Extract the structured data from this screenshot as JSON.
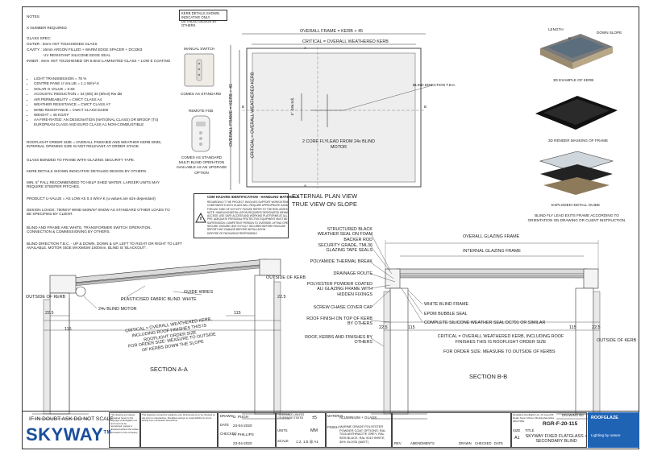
{
  "notes": {
    "title": "NOTES",
    "x_number": "X NUMBER REQUIRED",
    "glass_spec_title": "GLASS SPEC:",
    "glass_outer": "OUTER : 6mm HST TOUGHENED GLASS",
    "glass_cavity": "CAVITY : 16mm ARGON FILLED + WARM EDGE SPACER + DC3363",
    "glass_cavity2": "UV RESISTANT SILICONE EDGE SEAL",
    "glass_inner": "INNER : 6mm HST TOUGHENED OR 8.8mm LAMINATED GLASS + LOW E COATING",
    "specs": [
      "LIGHT TRANSMISSION = 78 %",
      "CENTRE PANE U VALUE = 1.1 W/m².K",
      "SOLAR G VALUE = 0.63",
      "ACOUSTIC REDUCTION = 34 (6/6) 30 (6/8.8) Rw dB",
      "AIR PERMEABILITY = CWCT CLASS A4",
      "WEATHER RESISTANCE = CWCT CLASS A7",
      "WIND RESISTANCE = CWCT CLASS E2400",
      "WEIGHT = 46 KG/m²",
      "AA FIRE-RATED: AN DESIGNATION (NATIONAL CLASS) OR BROOF (T4) EUROPEAN CLASS AND EURO CLASS A1 NON-COMBUSTIBLE"
    ],
    "roof_order": "ROOFLIGHT ORDER SIZE = OVERALL FINISHED AND WEATHER KERB DIMS, INTERNAL OPENING SIZE IS NOT RELEVANT AT ORDER STAGE.",
    "glass_bonded": "GLASS BONDED TO FRAME WITH GLAZING SECURITY TAPE.",
    "kerb_details": "KERB DETAILS SHOWN INDICATIVE DETAILED DESIGN BY OTHERS.",
    "min_fall": "MIN. 5° FALL RECOMMENDED TO HELP SHED WATER. LARGER UNITS MAY REQUIRE STEEPER PITCHES.",
    "product_u": "PRODUCT U-VALUE = AS LOW AS 0.4 W/m².K (u-values are size dependant)",
    "design_loads": "DESIGN LOADS: 750N/m² WIND 640N/m² SNOW AS STANDARD OTHER LOADS TO BE SPECIFIED BY CLIENT.",
    "blind_frame": "BLIND AND FRAME ARE WHITE. TRANSFORMER SWITCH OPERATION. CONNECTION & COMMISSIONING BY OTHERS.",
    "blind_dir": "BLIND DIRECTION T.B.C. - UP & DOWN, DOWN & UP, LEFT TO RIGHT OR RIGHT TO LEFT AVAILABLE. MOTOR SIDE MAXIMUM 1500mm. BLIND IS 'BLACKOUT'."
  },
  "kerb_note": "KERB DETAILS SHOWN INDICATIVE ONLY. DETAILED DESIGN BY OTHERS",
  "manual_switch": {
    "title": "MANUAL SWITCH",
    "caption": "COMES AS STANDARD"
  },
  "remote": {
    "title": "REMOTE FOB",
    "caption": "COMES AS STANDARD MULTI BLIND OPERATION AVAILABLE AS AN UPGRADE OPTION"
  },
  "plan": {
    "overall_frame": "OVERALL FRAME = KERB + 45",
    "critical": "CRITICAL = OVERALL WEATHERED KERB",
    "overall_frame_v": "OVERALL FRAME = KERB + 45",
    "critical_v": "CRITICAL = OVERALL WEATHERED KERB",
    "blind_direction": "BLIND DIRECTION T.B.C.",
    "slope": "5° (Ma.5d)",
    "flylead": "2 CORE FLYLEAD FROM 24v BLIND MOTOR",
    "title": "EXTERNAL PLAN VIEW",
    "subtitle": "TRUE VIEW ON SLOPE",
    "sec_a": "A",
    "sec_b": "B"
  },
  "right_col": {
    "length": "LENGTH",
    "down_slope": "DOWN SLOPE",
    "angle": "5°",
    "example": "3D EXAMPLE OF KERB",
    "render": "3D RENDER MASKING OF FRAME",
    "exploded": "EXPLODED INSTALL GUIDE",
    "flylead_note": "BLIND FLY LEAD EXITS FRAME ACCORDING TO ORIENTATION ON DRAWING OR CLIENT INSTRUCTION."
  },
  "hazard": {
    "title": "CDM HAZARD IDENTIFICATION - HANDLING MATERIALS",
    "lines": [
      "REGARDING IT THE PROJECT INVOLVES SUPPORT WORKS/ITEMS MATERIALS MUST BE HANDLED WITH CARE",
      "COMPONENTS WITH GLASS WILL REQUIRE APPROPRIATE HANDLING EQUIPMENT",
      "FOR ANY KIND OF ACTIVITY PLEASE REFER TO THE RISK ASSESSMENT",
      "NOTE: HANDLING/INSTALLATION REQUIRES DESIGNATED MEANS OF ACCESS",
      "ACCESS: USE SAFE ACCESS AND WORKING PLATFORMS AT ALL TIMES",
      "PPE: ADEQUATE PERSONAL PROTECTIVE EQUIPMENT MUST BE WORN",
      "SUPERVISION: COMPETENT PERSON TO OVERSEE LIFTING OPERATIONS",
      "SECURE: ENSURE UNIT IS FULLY SECURED BEFORE RELEASE",
      "REPORT ANY DAMAGE BEFORE INSTALLATION",
      "DISPOSE OF PACKAGING RESPONSIBLY"
    ]
  },
  "section_a": {
    "guide_wires": "GUIDE WIRES",
    "fabric": "PLASTICISED FABRIC BLIND. WHITE",
    "motor": "24v BLIND MOTOR",
    "outside_l": "OUTSIDE OF KERB",
    "outside_r": "OUTSIDE OF KERB",
    "dim_22": "22.5",
    "dim_22r": "22.5",
    "dim_115": "115",
    "dim_115b": "115",
    "critical": "CRITICAL = OVERALL WEATHERED KERB, INCLUDING ROOF FINISHES THIS IS ROOFLIGHT ORDER SIZE",
    "order": "FOR ORDER SIZE: MEASURE TO OUTSIDE OF KERBS DOWN THE SLOPE",
    "title": "SECTION A-A"
  },
  "section_b": {
    "overall_glazing": "OVERALL GLAZING FRAME",
    "internal_glazing": "INTERNAL GLAZING FRAME",
    "labels": [
      "STRUCTURED BLACK WEATHER SEAL ON FOAM BACKER ROD",
      "SECURITY GRADE, TML36 GLAZING TAPE SEALS",
      "POLYAMIDE THERMAL BREAK",
      "DRAINAGE ROUTE",
      "POLYESTER POWDER COATED ALI GLAZING FRAME WITH HIDDEN FIXINGS",
      "SCREW CHASE COVER CAP",
      "ROOF FINISH ON TOP OF KERB BY OTHERS",
      "ROOF, KERBS AND FINISHES BY OTHERS"
    ],
    "white_blind": "WHITE BLIND FRAME",
    "epdm": "EPDM BUBBLE SEAL",
    "silicone": "COMPLETE SILICONE WEATHER SEAL DC791 OR SIMILAR",
    "dim_22": "22.5",
    "dim_22r": "22.5",
    "dim_115": "115",
    "dim_115r": "115",
    "outside_r": "OUTSIDE OF KERB",
    "critical": "CRITICAL = OVERALL WEATHERED KERB, INCLUDING ROOF FINISHES THIS IS ROOFLIGHT ORDER SIZE",
    "order": "FOR ORDER SIZE: MEASURE TO OUTSIDE OF KERBS",
    "title": "SECTION B-B"
  },
  "title_block": {
    "doubt": "IF IN DOUBT ASK DO NOT SCALE",
    "brand": "SKYWAY",
    "brand_tm": "TM",
    "copyright": "This drawing and design contained herein is the copyright of Roofglaze Ltd. and must not be reproduced, copied or disclosed without the written permission of the company.",
    "disclaimer": "This drawing is issued for guidance only. All dimensions to be checked on site prior to manufacture. Roofglaze accept no responsibility for errors arising from unchecked dimensions.",
    "drawn_label": "DRAWN",
    "drawn": "D. PUGH",
    "date_label": "DATE",
    "date": "23-04-2020",
    "checked_label": "CHECKED",
    "checked": "A. PHILLIPS",
    "checked_date": "23-04-2020",
    "tol_label": "TOLERANCE UNLESS OTHERWISE STATED",
    "tol": "±5",
    "units_label": "UNITS",
    "units": "MM",
    "scale_label": "SCALE",
    "scale": "1:2, 1:5 @ A1",
    "material_label": "MATERIAL",
    "material": "ALUMINIUM + GLASS",
    "finish_label": "FINISH",
    "finish": "MARINE GRADE POLYESTER POWDER COAT OPTIONS: RAL 7016 ANTHRACITE GREY, RAL 9005 BLACK, RAL 9010 WHITE, 30% GLOSS (MATT)",
    "rev_label": "REV",
    "amend_label": "AMENDMENTS",
    "by_label": "DRAWN",
    "chk_label": "CHECKED",
    "rev_date_label": "DATE",
    "company": "Roofglaze Rooflights Ltd, 11 Greenhill Road, Aston Clinton, Buckinghamshire HP22 5ND",
    "drawing_no_label": "DRAWING No.",
    "drawing_no": "RGR-F-20-115",
    "size_label": "SIZE",
    "size": "A1",
    "title_label": "TITLE",
    "title": "SKYWAY FIXED FLATGLASS + SECONDARY BLIND",
    "logo": "ROOFGLAZE",
    "logo_sub": "Lighting by nature"
  },
  "colors": {
    "ink": "#222222",
    "glass": "#dcdcdc",
    "logo_bg": "#1f63b5",
    "brand": "#1a4f9c"
  }
}
